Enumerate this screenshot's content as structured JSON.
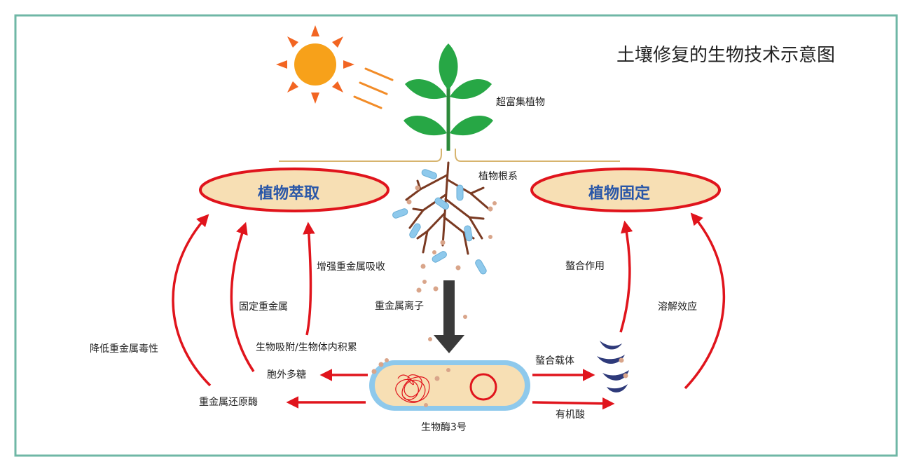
{
  "title": "土壤修复的生物技术示意图",
  "ovals": {
    "left": "植物萃取",
    "right": "植物固定"
  },
  "labels": {
    "hyperaccumulator": "超富集植物",
    "root_system": "植物根系",
    "enhance_uptake": "增强重金属吸收",
    "metal_ions": "重金属离子",
    "fix_metal": "固定重金属",
    "reduce_toxicity": "降低重金属毒性",
    "bio_adsorption": "生物吸附/生物体内积累",
    "eps": "胞外多糖",
    "reductase": "重金属还原酶",
    "microbe": "生物酶3号",
    "chelate_carrier": "螯合载体",
    "organic_acid": "有机酸",
    "chelation": "螯合作用",
    "dissolution": "溶解效应"
  },
  "colors": {
    "frame": "#6fb7a6",
    "arrow_red": "#e0141c",
    "oval_fill": "#f7dfb4",
    "oval_stroke": "#e0141c",
    "sun": "#f7a11a",
    "leaf": "#27a745",
    "root": "#7a3a22",
    "bacteria": "#8ec9ec",
    "particle": "#d9a58a",
    "ground_line": "#d7b46e",
    "down_arrow": "#3a3a3a",
    "title_text": "#222222",
    "oval_text": "#2a57a8"
  }
}
